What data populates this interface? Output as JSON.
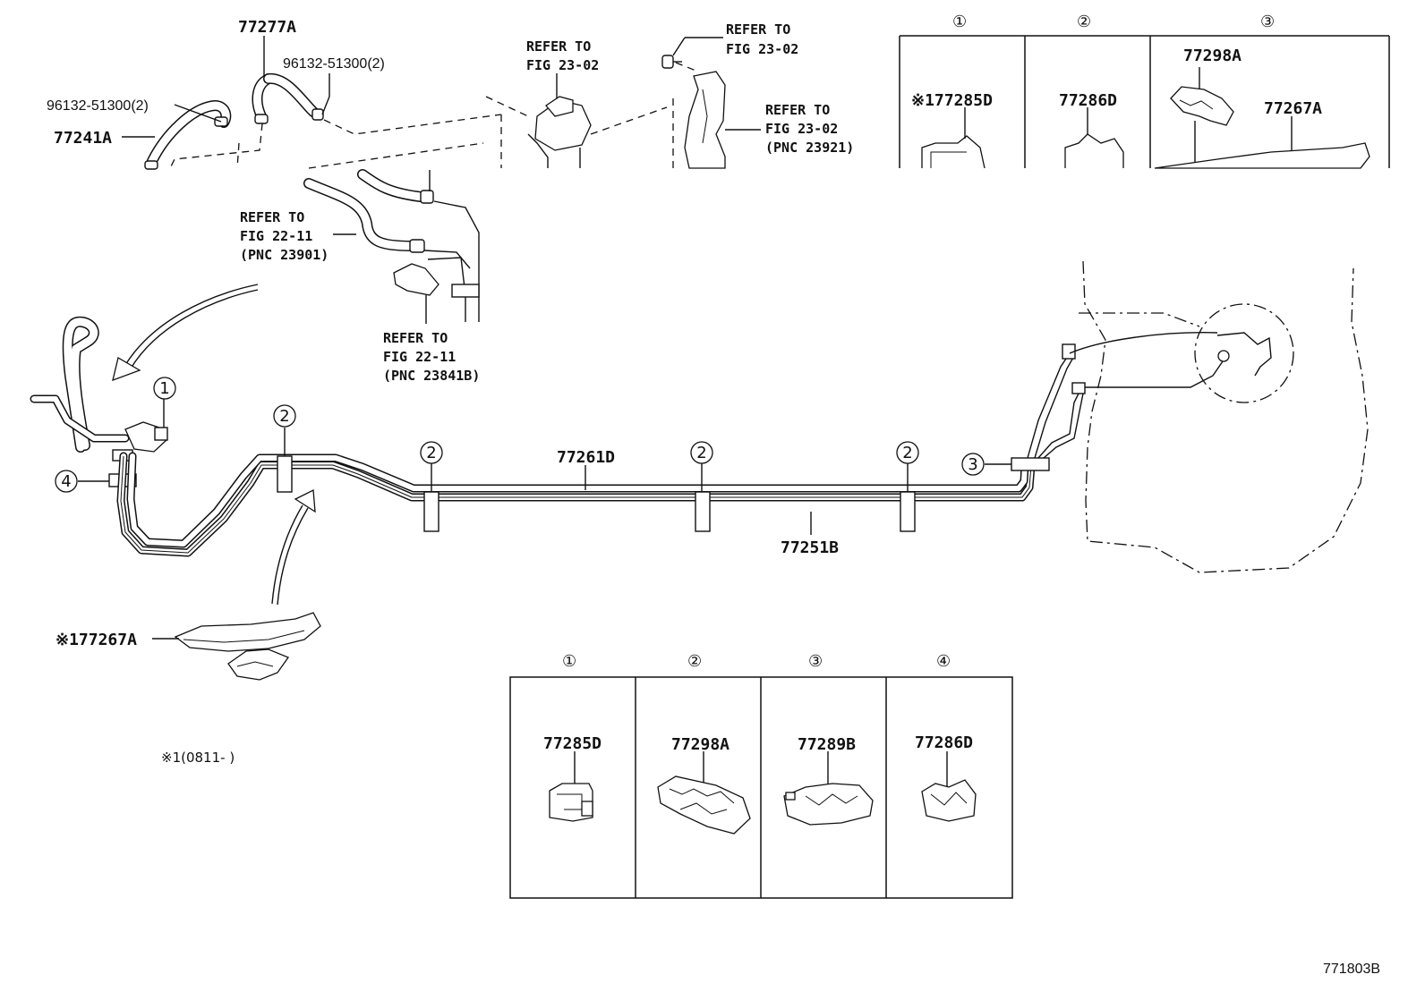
{
  "part_numbers": {
    "hose_top": "77277A",
    "clamp_top": "96132-51300(2)",
    "clamp_left": "96132-51300(2)",
    "hose_left": "77241A",
    "pipe_main_upper": "77261D",
    "pipe_main_lower": "77251B",
    "protector_left": "※177267A",
    "footnote": "※1(0811-  )",
    "diagram_code": "771803B"
  },
  "references": {
    "ref_canister": [
      "REFER TO",
      "FIG 23-02"
    ],
    "ref_bolt": [
      "REFER TO",
      "FIG 23-02"
    ],
    "ref_bracket": [
      "REFER TO",
      "FIG 23-02",
      "(PNC 23921)"
    ],
    "ref_filter_hose": [
      "REFER TO",
      "FIG 22-11",
      "(PNC 23901)"
    ],
    "ref_valve": [
      "REFER TO",
      "FIG 22-11",
      "(PNC 23841B)"
    ]
  },
  "callouts": {
    "c1": "①",
    "c2": "②",
    "c3": "③",
    "c4": "④"
  },
  "top_legend": {
    "headers": [
      "①",
      "②",
      "③"
    ],
    "cells": [
      {
        "part": "※177285D"
      },
      {
        "part": "77286D"
      },
      {
        "part_a": "77298A",
        "part_b": "77267A"
      }
    ]
  },
  "bottom_legend": {
    "headers": [
      "①",
      "②",
      "③",
      "④"
    ],
    "cells": [
      {
        "part": "77285D"
      },
      {
        "part": "77298A"
      },
      {
        "part": "77289B"
      },
      {
        "part": "77286D"
      }
    ]
  }
}
